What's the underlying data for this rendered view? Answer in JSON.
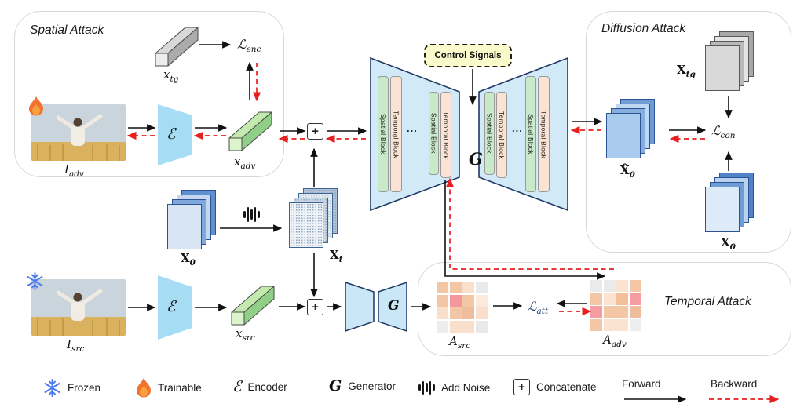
{
  "titles": {
    "spatial": "Spatial Attack",
    "diffusion": "Diffusion Attack",
    "temporal": "Temporal Attack"
  },
  "control_signals": "Control Signals",
  "unet": {
    "spatial_block": "Spatial Block",
    "temporal_block": "Temporal Block",
    "ellipsis": "...",
    "generator_symbol": "G"
  },
  "symbols": {
    "encoder": "ℰ",
    "plus": "+"
  },
  "math": {
    "x_tg": {
      "main": "x",
      "sub": "tg"
    },
    "l_enc": {
      "main": "ℒ",
      "sub": "enc"
    },
    "i_adv": {
      "main": "I",
      "sub": "adv"
    },
    "x_adv": {
      "main": "x",
      "sub": "adv"
    },
    "x0_mid": {
      "main": "X",
      "sub": "0"
    },
    "x_t": {
      "main": "X",
      "sub": "t"
    },
    "i_src": {
      "main": "I",
      "sub": "src"
    },
    "x_src": {
      "main": "x",
      "sub": "src"
    },
    "x_tg_cap": {
      "main": "X",
      "sub": "tg"
    },
    "x0_hat": {
      "main": "X̂",
      "sub": "0"
    },
    "x0_right": {
      "main": "X",
      "sub": "0"
    },
    "a_src": {
      "main": "A",
      "sub": "src"
    },
    "l_att": {
      "main": "ℒ",
      "sub": "att"
    },
    "a_adv": {
      "main": "A",
      "sub": "adv"
    },
    "l_con": {
      "main": "ℒ",
      "sub": "con"
    }
  },
  "legend": [
    {
      "name": "frozen",
      "label": "Frozen"
    },
    {
      "name": "trainable",
      "label": "Trainable"
    },
    {
      "name": "encoder",
      "label": "Encoder",
      "symbol": "ℰ"
    },
    {
      "name": "generator",
      "label": "Generator",
      "symbol": "G"
    },
    {
      "name": "add_noise",
      "label": "Add Noise"
    },
    {
      "name": "concatenate",
      "label": "Concatenate",
      "symbol": "+"
    },
    {
      "name": "forward",
      "label": "Forward"
    },
    {
      "name": "backward",
      "label": "Backward"
    }
  ],
  "colors": {
    "forward": "#111111",
    "backward": "#E81F1F",
    "unet_fill": "#D2EAF8",
    "unet_stroke": "#1F3864",
    "spatial_block": "#C8EAC9",
    "temporal_block": "#FAE3D2",
    "control_fill": "#FBFACB",
    "encoder_fill": "#A6DCF4",
    "latent_green": "#B7E5A1",
    "latent_gray": "#D9D9D9",
    "frozen_blue": "#4D7CF0",
    "trainable_orange": "#F2732C",
    "l_att_color": "#26457E"
  },
  "attention": {
    "a_src": [
      [
        "#F3C6A5",
        "#F3C6A5",
        "#FAE0CC",
        "#E9E9E9"
      ],
      [
        "#F3C6A5",
        "#F2979B",
        "#F3C6A5",
        "#FBE9DB"
      ],
      [
        "#FAE0CC",
        "#F3C6A5",
        "#F0BD9C",
        "#FAE0CC"
      ],
      [
        "#EDEDED",
        "#FAE0CC",
        "#FAE0CC",
        "#E9E9E9"
      ]
    ],
    "a_adv": [
      [
        "#EAEAEA",
        "#EAEAEA",
        "#FAE3D0",
        "#F3C6A5"
      ],
      [
        "#F3C6A5",
        "#FAE3D0",
        "#F3C09A",
        "#F59CA0"
      ],
      [
        "#F59CA0",
        "#F3C6A5",
        "#F3C6A5",
        "#F0BD9C"
      ],
      [
        "#F3C6A5",
        "#FAE3D0",
        "#FAE3D0",
        "#EDEDED"
      ]
    ]
  }
}
